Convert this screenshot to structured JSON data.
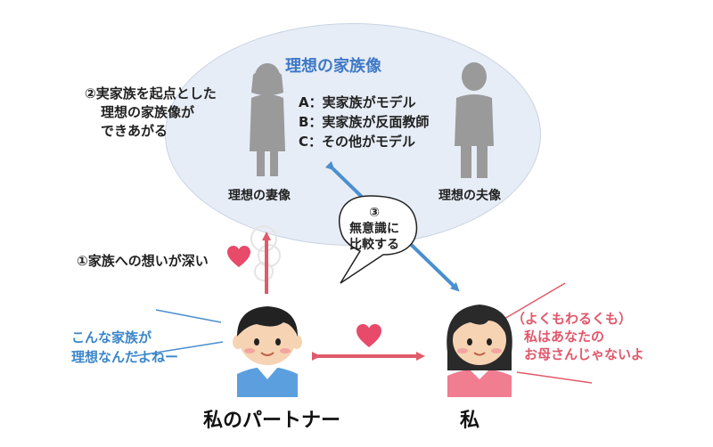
{
  "ideal": {
    "title": "理想の家族像",
    "options": [
      "A：実家族がモデル",
      "B：実家族が反面教師",
      "C：その他がモデル"
    ],
    "wife_label": "理想の妻像",
    "husband_label": "理想の夫像"
  },
  "annotations": {
    "step2": [
      "②実家族を起点とした",
      "理想の家族像が",
      "できあがる"
    ],
    "step1": "①家族への想いが深い",
    "step3": [
      "③",
      "無意識に",
      "比較する"
    ]
  },
  "speech": {
    "partner": [
      "こんな家族が",
      "理想なんだよねー"
    ],
    "me": [
      "（よくもわるくも）",
      "私はあなたの",
      "お母さんじゃないよ"
    ]
  },
  "people": {
    "partner": "私のパートナー",
    "me": "私"
  },
  "colors": {
    "ellipse_fill": "#e7edf6",
    "title_blue": "#3f79c6",
    "arrow_blue": "#4a8fd0",
    "arrow_red": "#e05a6a",
    "heart": "#e84a6a"
  }
}
